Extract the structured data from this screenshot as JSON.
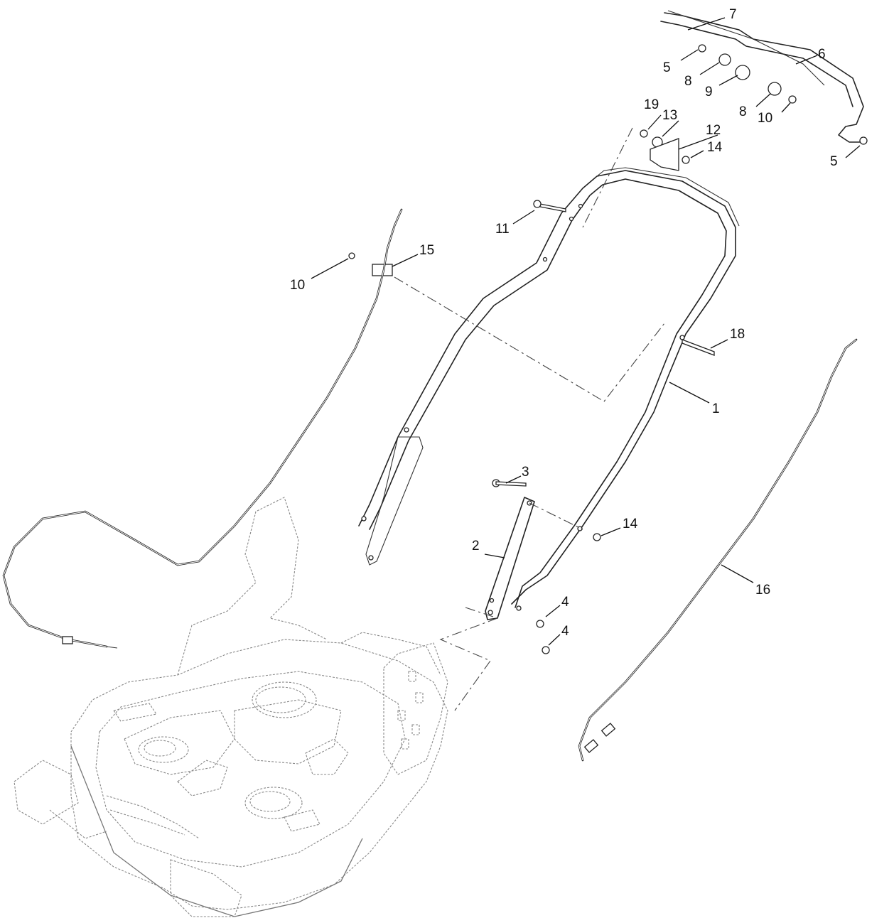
{
  "diagram": {
    "callouts": [
      {
        "id": "7",
        "text": "7"
      },
      {
        "id": "6",
        "text": "6"
      },
      {
        "id": "5a",
        "text": "5"
      },
      {
        "id": "8a",
        "text": "8"
      },
      {
        "id": "9",
        "text": "9"
      },
      {
        "id": "8b",
        "text": "8"
      },
      {
        "id": "10a",
        "text": "10"
      },
      {
        "id": "5b",
        "text": "5"
      },
      {
        "id": "19",
        "text": "19"
      },
      {
        "id": "13",
        "text": "13"
      },
      {
        "id": "12",
        "text": "12"
      },
      {
        "id": "14a",
        "text": "14"
      },
      {
        "id": "11",
        "text": "11"
      },
      {
        "id": "15",
        "text": "15"
      },
      {
        "id": "10b",
        "text": "10"
      },
      {
        "id": "18",
        "text": "18"
      },
      {
        "id": "1",
        "text": "1"
      },
      {
        "id": "3",
        "text": "3"
      },
      {
        "id": "14b",
        "text": "14"
      },
      {
        "id": "2",
        "text": "2"
      },
      {
        "id": "16",
        "text": "16"
      },
      {
        "id": "4a",
        "text": "4"
      },
      {
        "id": "4b",
        "text": "4"
      }
    ]
  }
}
